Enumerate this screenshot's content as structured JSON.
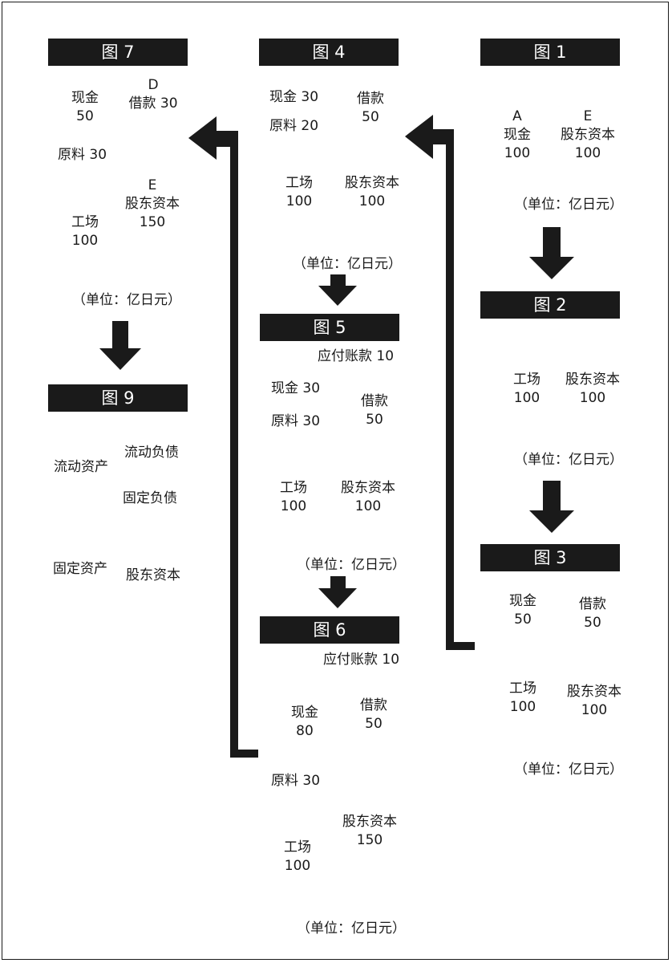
{
  "unit_label": "（单位：亿日元）",
  "fig1": {
    "title": "图 1",
    "cash_tag": "A",
    "cash": "现金",
    "cash_v": "100",
    "equity_tag": "E",
    "equity": "股东资本",
    "equity_v": "100"
  },
  "fig2": {
    "title": "图 2",
    "factory": "工场",
    "factory_v": "100",
    "equity": "股东资本",
    "equity_v": "100"
  },
  "fig3": {
    "title": "图 3",
    "cash": "现金",
    "cash_v": "50",
    "loan": "借款",
    "loan_v": "50",
    "factory": "工场",
    "factory_v": "100",
    "equity": "股东资本",
    "equity_v": "100"
  },
  "fig4": {
    "title": "图 4",
    "cash": "现金 30",
    "material": "原料 20",
    "loan": "借款",
    "loan_v": "50",
    "factory": "工场",
    "factory_v": "100",
    "equity": "股东资本",
    "equity_v": "100"
  },
  "fig5": {
    "title": "图 5",
    "payable": "应付账款 10",
    "cash": "现金 30",
    "material": "原料 30",
    "loan": "借款",
    "loan_v": "50",
    "factory": "工场",
    "factory_v": "100",
    "equity": "股东资本",
    "equity_v": "100"
  },
  "fig6": {
    "title": "图 6",
    "payable": "应付账款 10",
    "cash": "现金",
    "cash_v": "80",
    "loan": "借款",
    "loan_v": "50",
    "material": "原料 30",
    "equity": "股东资本",
    "equity_v": "150",
    "factory": "工场",
    "factory_v": "100"
  },
  "fig7": {
    "title": "图 7",
    "cash": "现金",
    "cash_v": "50",
    "loan_tag": "D",
    "loan": "借款 30",
    "material": "原料 30",
    "equity_tag": "E",
    "equity": "股东资本",
    "equity_v": "150",
    "factory": "工场",
    "factory_v": "100"
  },
  "fig9": {
    "title": "图 9",
    "current_liab": "流动负债",
    "current_assets": "流动资产",
    "fixed_liab": "固定负债",
    "fixed_assets": "固定资产",
    "equity": "股东资本"
  }
}
